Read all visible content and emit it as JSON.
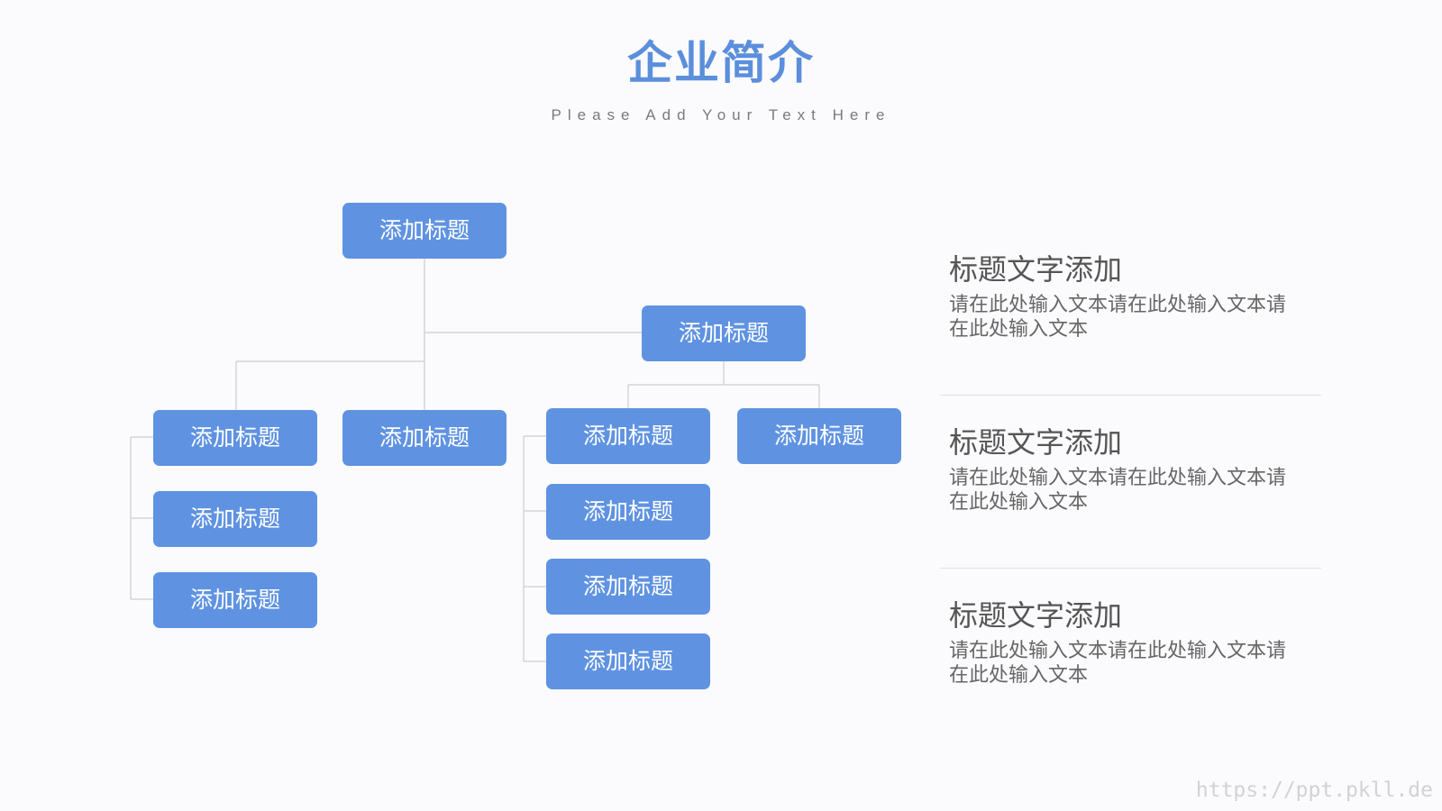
{
  "header": {
    "title": "企业简介",
    "subtitle": "Please Add Your Text Here"
  },
  "org_chart": {
    "root": "添加标题",
    "second_level": "添加标题",
    "left_branch": [
      "添加标题",
      "添加标题",
      "添加标题"
    ],
    "middle_node": "添加标题",
    "right_branch": [
      "添加标题",
      "添加标题",
      "添加标题",
      "添加标题"
    ],
    "right_sibling": "添加标题"
  },
  "info_blocks": [
    {
      "heading": "标题文字添加",
      "body": "请在此处输入文本请在此处输入文本请在此处输入文本"
    },
    {
      "heading": "标题文字添加",
      "body": "请在此处输入文本请在此处输入文本请在此处输入文本"
    },
    {
      "heading": "标题文字添加",
      "body": "请在此处输入文本请在此处输入文本请在此处输入文本"
    }
  ],
  "watermark": "https://ppt.pkll.de",
  "colors": {
    "accent": "#5b8fdc",
    "node_fill": "#5f93e2",
    "connector": "#d4d4da",
    "background": "#fbfbfd"
  }
}
